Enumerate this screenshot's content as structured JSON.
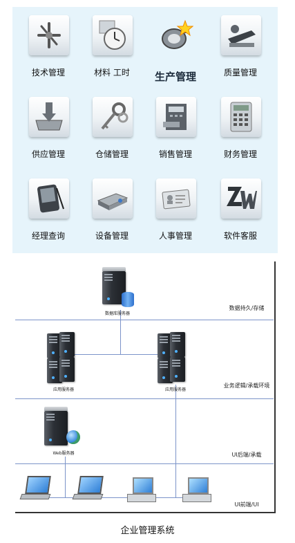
{
  "modules": [
    {
      "label": "技术管理",
      "icon": "tools-icon"
    },
    {
      "label": "材料 工时",
      "icon": "clock-icon"
    },
    {
      "label": "生产管理",
      "icon": "power-plug-icon",
      "highlight": true
    },
    {
      "label": "质量管理",
      "icon": "stapler-icon"
    },
    {
      "label": "供应管理",
      "icon": "tray-arrow-icon"
    },
    {
      "label": "仓储管理",
      "icon": "keys-icon"
    },
    {
      "label": "销售管理",
      "icon": "cash-register-icon"
    },
    {
      "label": "财务管理",
      "icon": "calculator-icon"
    },
    {
      "label": "经理查询",
      "icon": "pda-icon"
    },
    {
      "label": "设备管理",
      "icon": "projector-icon"
    },
    {
      "label": "人事管理",
      "icon": "id-card-icon"
    },
    {
      "label": "软件客服",
      "icon": "zw-logo-icon"
    }
  ],
  "diagram": {
    "zones": {
      "storage": "数据持久/存储",
      "business": "业务逻辑/承载环境",
      "ui_backend": "UI后端/承载",
      "ui_frontend": "UI前端/UI"
    },
    "captions": {
      "db_server": "数据库服务器",
      "app_server_1": "应用服务器",
      "app_server_2": "应用服务器",
      "web_server": "Web服务器"
    }
  },
  "caption": "企业管理系统",
  "colors": {
    "panel_bg": "#e6f4fb",
    "line": "#7b93c9"
  }
}
